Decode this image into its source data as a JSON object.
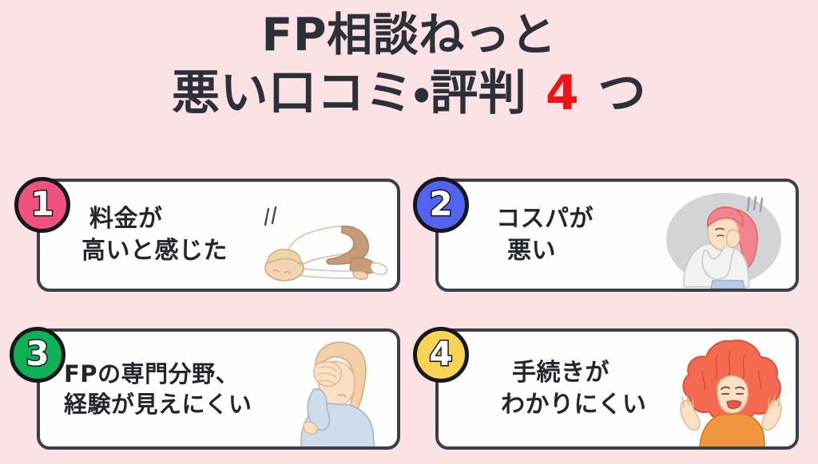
{
  "background_color": "#fce2e5",
  "title": {
    "line1": "FP相談ねっと",
    "line2_before": "悪い口コミ・評判 ",
    "count": "4",
    "line2_after": " つ",
    "text_color": "#2c3038",
    "count_color": "#ef1313"
  },
  "cards": [
    {
      "number": "①",
      "badge_label": "1",
      "badge_color": "#f1517f",
      "line1": "料金が",
      "line2": "高いと感じた",
      "illustration": "person-bowing-dogeza-icon"
    },
    {
      "number": "②",
      "badge_label": "2",
      "badge_color": "#5263ef",
      "line1": "コスパが",
      "line2": "悪い",
      "illustration": "woman-worried-hand-on-cheek-icon"
    },
    {
      "number": "③",
      "badge_label": "3",
      "badge_color": "#0eb156",
      "line1": "FPの専門分野、",
      "line2": "経験が見えにくい",
      "illustration": "woman-facepalm-icon"
    },
    {
      "number": "④",
      "badge_label": "4",
      "badge_color": "#f6d255",
      "line1": "手続きが",
      "line2": "わかりにくい",
      "illustration": "woman-confused-shrug-icon"
    }
  ],
  "card_style": {
    "border_color": "#3a3f4a",
    "fill_color": "#fefefe"
  }
}
